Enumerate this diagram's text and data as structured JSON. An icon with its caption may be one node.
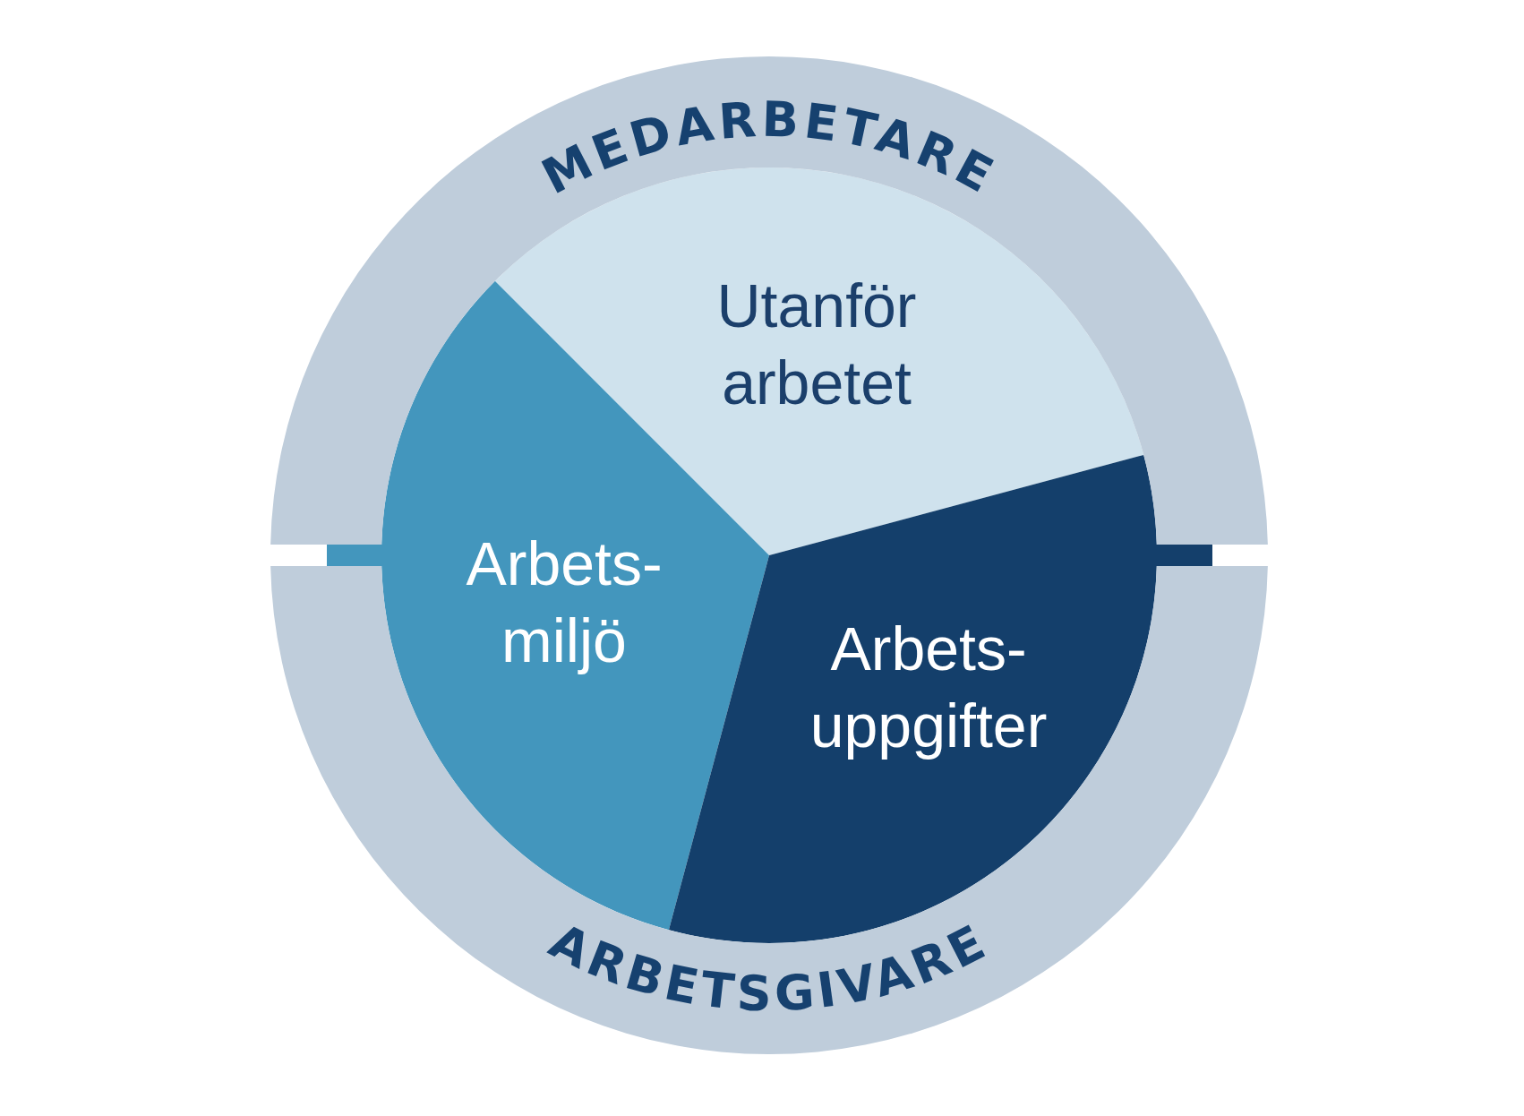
{
  "diagram": {
    "nodes": [
      {
        "text": [
          "MEDARBETARE"
        ]
      },
      {
        "text": [
          "Utanför arbetet"
        ]
      },
      {
        "text": [
          "Arbets- miljö"
        ]
      },
      {
        "text": [
          "Arbets- uppgifter"
        ]
      },
      {
        "text": [
          "ARBETSGIVARE"
        ]
      }
    ]
  }
}
